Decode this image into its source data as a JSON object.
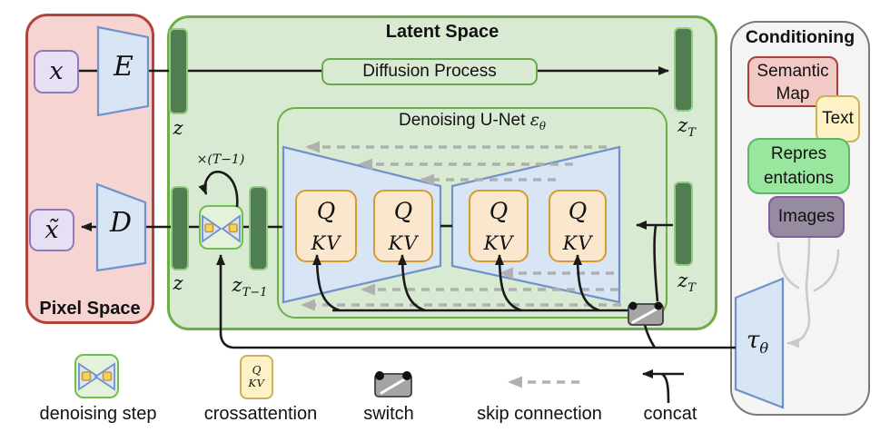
{
  "pixel_space": {
    "title": "Pixel Space",
    "input_label": "x",
    "output_label": "x̃",
    "encoder_label": "E",
    "decoder_label": "D"
  },
  "latent_space": {
    "title": "Latent Space",
    "diffusion_process_label": "Diffusion Process",
    "unet_title_prefix": "Denoising U-Net ",
    "unet_symbol": "ε",
    "unet_symbol_sub": "θ",
    "z_label": "z",
    "zT_base": "z",
    "zT_sub": "T",
    "zTm1_base": "z",
    "zTm1_sub": "T−1",
    "loop_label": "×(T−1)",
    "attention_q": "Q",
    "attention_kv": "KV"
  },
  "conditioning": {
    "title": "Conditioning",
    "chips": [
      {
        "label": "Semantic\nMap",
        "fill": "#f3c9c5",
        "border": "#aa4038"
      },
      {
        "label": "Text",
        "fill": "#fcf2c5",
        "border": "#cdb05a"
      },
      {
        "label": "Repres\nentations",
        "fill": "#99e69e",
        "border": "#5ab961"
      },
      {
        "label": "Images",
        "fill": "#968ba0",
        "border": "#7e5f9e"
      }
    ],
    "tau_base": "τ",
    "tau_sub": "θ"
  },
  "legend": {
    "items": [
      "denoising step",
      "crossattention",
      "switch",
      "skip connection",
      "concat"
    ],
    "crossattention_q": "Q",
    "crossattention_kv": "KV"
  },
  "colors": {
    "pixel_fill": "#f6d4d2",
    "pixel_border": "#b1453c",
    "latent_fill": "#d9ead3",
    "latent_border": "#6fae46",
    "bar_fill": "#507d52",
    "bar_border": "#93ca81",
    "trapezoid_fill": "#d7e5f5",
    "trapezoid_border": "#7091c9",
    "attention_fill": "#fbe7ce",
    "attention_border": "#d69a2d",
    "purple_fill": "#e7e0f5",
    "purple_border": "#9479b6",
    "conditioning_fill": "#f4f4f4",
    "conditioning_border": "#7a7a7a",
    "denoise_fill": "#e4f2dc",
    "denoise_border": "#6fbf4d",
    "switch_fill": "#a5a5a5",
    "line_black": "#1a1a1a",
    "skip_gray": "#b0b0b0",
    "tree_gray": "#c9c9c9"
  }
}
